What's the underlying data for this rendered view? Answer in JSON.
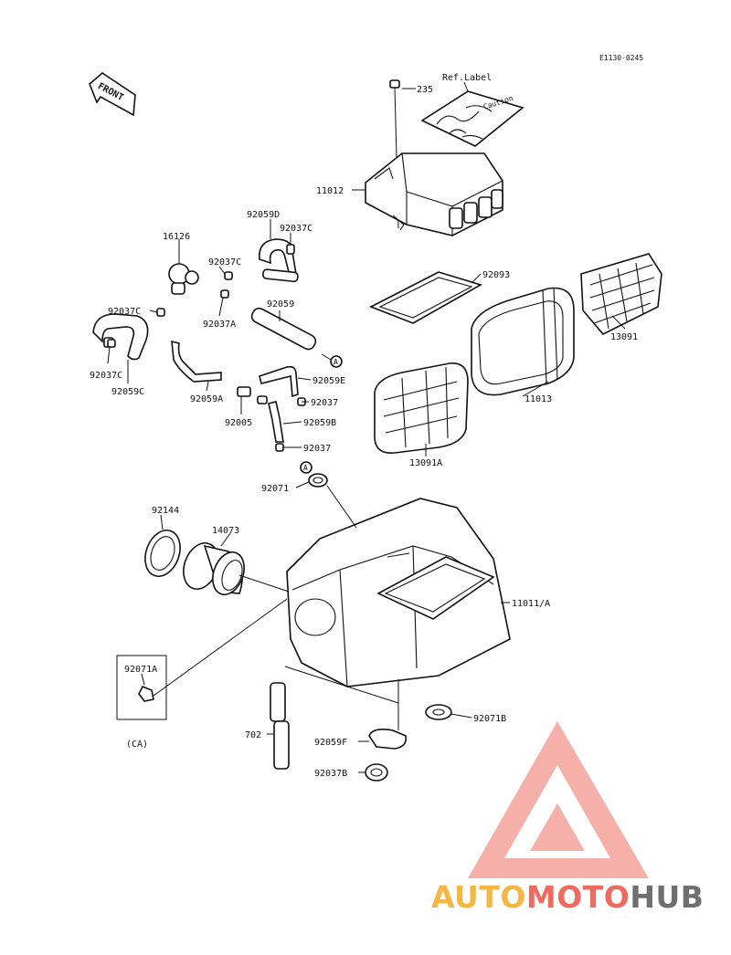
{
  "diagram_code": "E1130-0245",
  "front_label": "FRONT",
  "ref_label": "Ref.Label",
  "circle_marker": "A",
  "callouts": [
    {
      "id": "235",
      "text": "235"
    },
    {
      "id": "ref-label",
      "text": "Ref.Label"
    },
    {
      "id": "11012",
      "text": "11012"
    },
    {
      "id": "92059d",
      "text": "92059D"
    },
    {
      "id": "92037c-top",
      "text": "92037C"
    },
    {
      "id": "16126",
      "text": "16126"
    },
    {
      "id": "92037c-mid",
      "text": "92037C"
    },
    {
      "id": "92093",
      "text": "92093"
    },
    {
      "id": "92059",
      "text": "92059"
    },
    {
      "id": "92037c-left",
      "text": "92037C"
    },
    {
      "id": "92037a",
      "text": "92037A"
    },
    {
      "id": "13091",
      "text": "13091"
    },
    {
      "id": "92037c-low",
      "text": "92037C"
    },
    {
      "id": "92059c",
      "text": "92059C"
    },
    {
      "id": "92059e",
      "text": "92059E"
    },
    {
      "id": "92059a",
      "text": "92059A"
    },
    {
      "id": "11013",
      "text": "11013"
    },
    {
      "id": "92037-mid",
      "text": "92037"
    },
    {
      "id": "92005",
      "text": "92005"
    },
    {
      "id": "92059b",
      "text": "92059B"
    },
    {
      "id": "92037-low",
      "text": "92037"
    },
    {
      "id": "13091a",
      "text": "13091A"
    },
    {
      "id": "92071",
      "text": "92071"
    },
    {
      "id": "92144",
      "text": "92144"
    },
    {
      "id": "14073",
      "text": "14073"
    },
    {
      "id": "11011a",
      "text": "11011/A"
    },
    {
      "id": "92071a",
      "text": "92071A"
    },
    {
      "id": "ca",
      "text": "(CA)"
    },
    {
      "id": "92071b",
      "text": "92071B"
    },
    {
      "id": "702",
      "text": "702"
    },
    {
      "id": "92059f",
      "text": "92059F"
    },
    {
      "id": "92037b",
      "text": "92037B"
    }
  ],
  "watermark": {
    "part1": "AUTO",
    "part2": "MOTO",
    "part3": "HUB",
    "color_orange": "#f5b642",
    "color_red": "#ef6b60",
    "color_gray": "#6f6f6f",
    "logo_color": "#f4a39b"
  }
}
